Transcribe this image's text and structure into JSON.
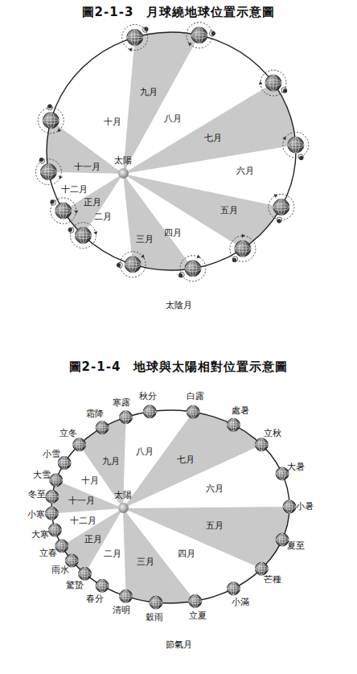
{
  "diagram": {
    "nodes": [
      {
        "text": [
          "太陽"
        ]
      },
      {
        "text": [
          "太陽"
        ]
      }
    ],
    "labels": [
      "圖2-1-3　月球繞地球位置示意圖",
      "十月",
      "九月",
      "八月",
      "七月",
      "六月",
      "五月",
      "四月",
      "三月",
      "二月",
      "正月",
      "十二月",
      "十一月",
      "太陰月",
      "圖2-1-4　地球與太陽相對位置示意圖",
      "秋分",
      "白露",
      "處暑",
      "立秋",
      "大暑",
      "小暑",
      "夏至",
      "芒種",
      "小滿",
      "立夏",
      "穀雨",
      "清明",
      "春分",
      "驚蟄",
      "雨水",
      "立春",
      "大寒",
      "小寒",
      "冬至",
      "大雪",
      "小雪",
      "立冬",
      "霜降",
      "寒露",
      "十月",
      "九月",
      "八月",
      "七月",
      "六月",
      "五月",
      "四月",
      "三月",
      "二月",
      "正月",
      "十二月",
      "十一月",
      "節氣月"
    ]
  }
}
